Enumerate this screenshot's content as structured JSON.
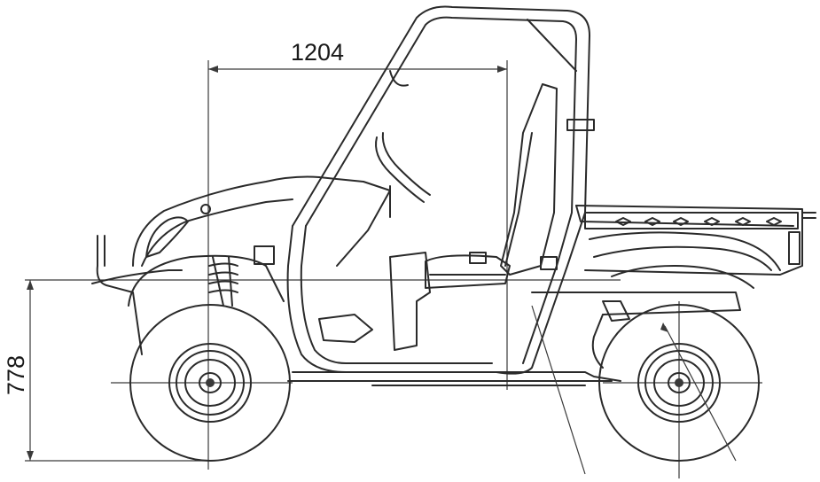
{
  "figure": {
    "dimensions": [
      {
        "id": "seat_to_front_axle",
        "value": "1204"
      },
      {
        "id": "deck_height",
        "value": "778"
      }
    ],
    "colors": {
      "line": "#2a2a2a",
      "background": "#ffffff"
    }
  }
}
